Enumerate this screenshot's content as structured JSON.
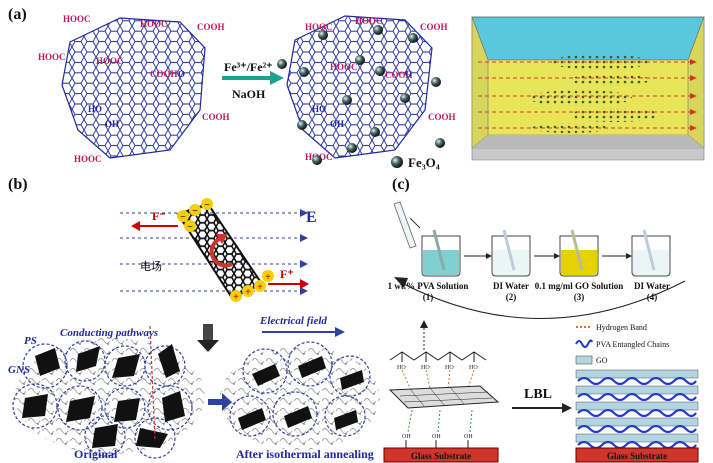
{
  "panels": {
    "a": {
      "label": "(a)",
      "cooh": "COOH",
      "hooc": "HOOC",
      "oh": "OH",
      "ho": "HO",
      "o": "O",
      "reaction_top": "Fe³⁺/Fe²⁺",
      "reaction_bottom": "NaOH",
      "legend_fe3o4": "Fe₃O₄",
      "colors": {
        "carboxyl_text": "#c2185b",
        "lattice": "#1f2aa0",
        "arrow": "#19a38c"
      }
    },
    "b": {
      "label": "(b)",
      "field_E": "E",
      "f_minus": "F⁻",
      "f_plus": "F⁺",
      "field_cn": "电场",
      "ps": "PS",
      "gns": "GNS",
      "conducting": "Conducting pathways",
      "electrical_field": "Electrical field",
      "original": "Original",
      "after": "After isothermal annealing"
    },
    "c": {
      "label": "(c)",
      "beakers": [
        {
          "label": "1 wt.% PVA Solution",
          "num": "(1)"
        },
        {
          "label": "DI Water",
          "num": "(2)"
        },
        {
          "label": "0.1 mg/ml GO Solution",
          "num": "(3)"
        },
        {
          "label": "DI Water",
          "num": "(4)"
        }
      ],
      "legend": [
        "Hydrogen Band",
        "PVA Entangled Chains",
        "GO"
      ],
      "lbl": "LBL",
      "glass": "Glass Substrate"
    }
  }
}
